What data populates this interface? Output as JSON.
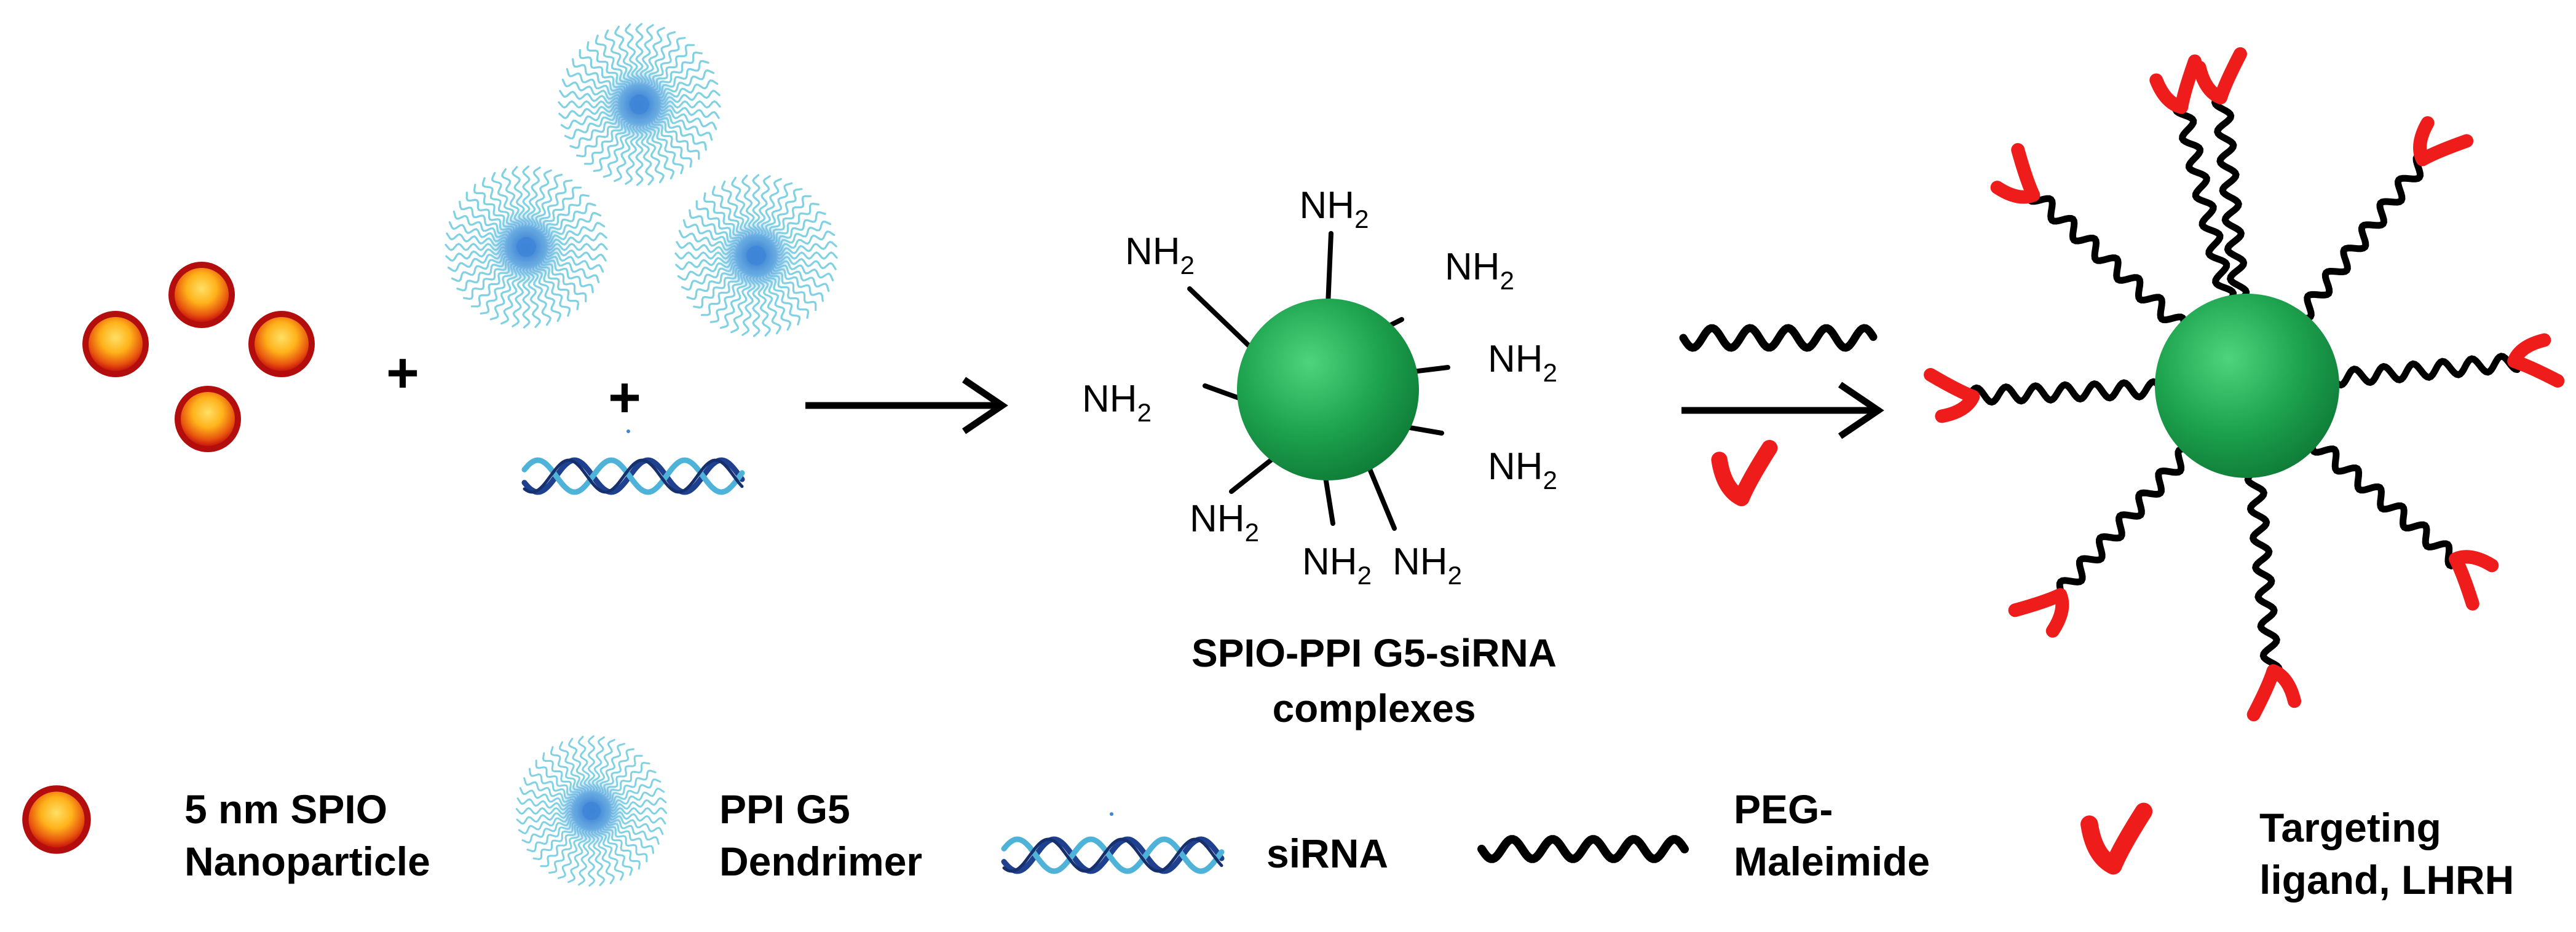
{
  "operators": {
    "plus": "+"
  },
  "amine": {
    "base": "NH",
    "sub": "2"
  },
  "complex_label": [
    "SPIO-PPI G5-siRNA",
    "complexes"
  ],
  "legend": {
    "spio": [
      "5 nm SPIO",
      "Nanoparticle"
    ],
    "dendrimer": [
      "PPI G5",
      "Dendrimer"
    ],
    "sirna": [
      "siRNA"
    ],
    "peg": [
      "PEG-",
      "Maleimide"
    ],
    "ligand": [
      "Targeting",
      "ligand, LHRH"
    ]
  },
  "colors": {
    "spio_outer": "#b30d0d",
    "spio_inner": "#ffd21a",
    "core_green": "#1ea44f",
    "ligand_red": "#ef1c1c",
    "dendrimer_core": "#3f86d8",
    "dendrimer_arm": "#7fd1e3",
    "helix_dark": "#1f3f8f",
    "helix_light": "#4fb3d9"
  }
}
